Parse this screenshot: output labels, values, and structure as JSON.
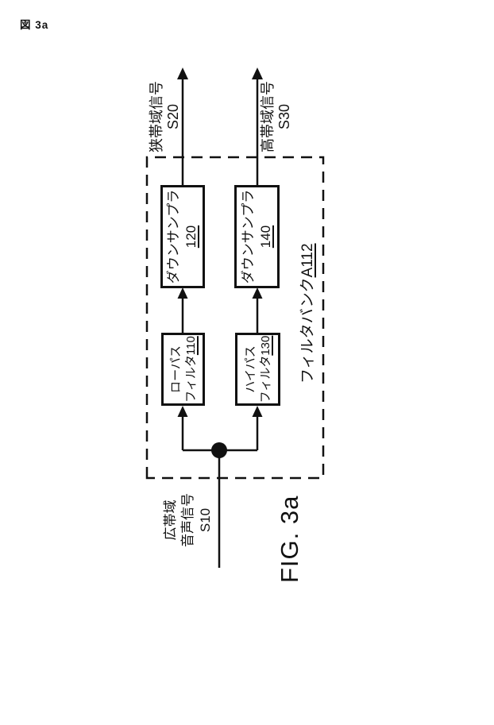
{
  "header": {
    "figure_tag": "図 3a"
  },
  "figure": {
    "label": "FIG. 3a"
  },
  "filter_bank": {
    "name": "フィルタバンク",
    "ref": "A112"
  },
  "blocks": {
    "lowpass_filter": {
      "line1": "ローパス",
      "line2": "フィルタ",
      "ref": "110"
    },
    "highpass_filter": {
      "line1": "ハイパス",
      "line2": "フィルタ",
      "ref": "130"
    },
    "downsampler_120": {
      "label": "ダウンサンプラ",
      "ref": "120"
    },
    "downsampler_140": {
      "label": "ダウンサンプラ",
      "ref": "140"
    }
  },
  "signals": {
    "input": {
      "line1": "広帯域",
      "line2": "音声信号",
      "ref": "S10"
    },
    "narrowband_output": {
      "label": "狭帯域信号",
      "ref": "S20"
    },
    "highband_output": {
      "label": "高帯域信号",
      "ref": "S30"
    }
  }
}
